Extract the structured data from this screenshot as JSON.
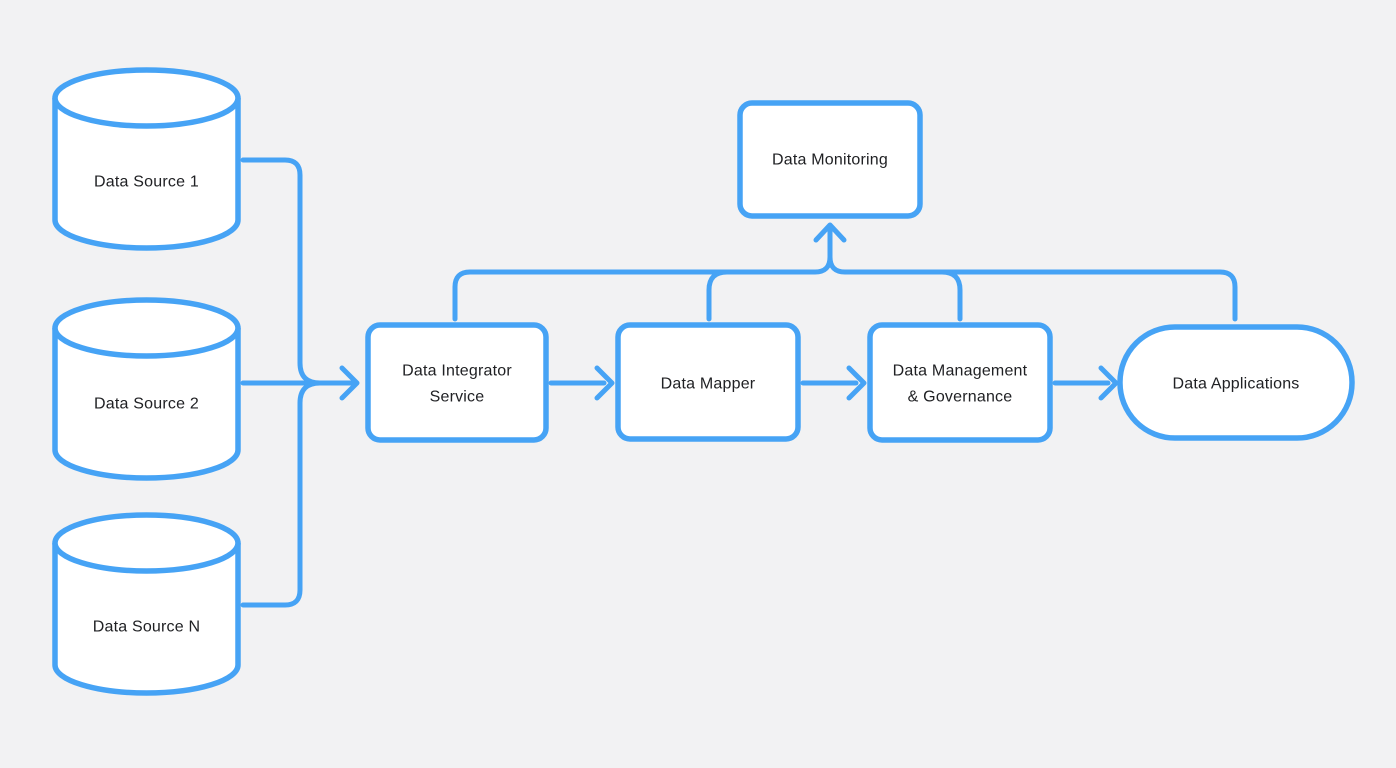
{
  "diagram": {
    "colors": {
      "accent": "#46A3F5",
      "background": "#F2F2F3",
      "text": "#202124",
      "node_fill": "#FFFFFF"
    },
    "sources": [
      {
        "label": "Data Source 1"
      },
      {
        "label": "Data Source 2"
      },
      {
        "label": "Data Source N"
      }
    ],
    "pipeline": [
      {
        "label_lines": [
          "Data Integrator",
          "Service"
        ]
      },
      {
        "label_lines": [
          "Data Mapper"
        ]
      },
      {
        "label_lines": [
          "Data Management",
          "& Governance"
        ]
      },
      {
        "label_lines": [
          "Data Applications"
        ]
      }
    ],
    "monitoring": {
      "label": "Data Monitoring"
    }
  }
}
